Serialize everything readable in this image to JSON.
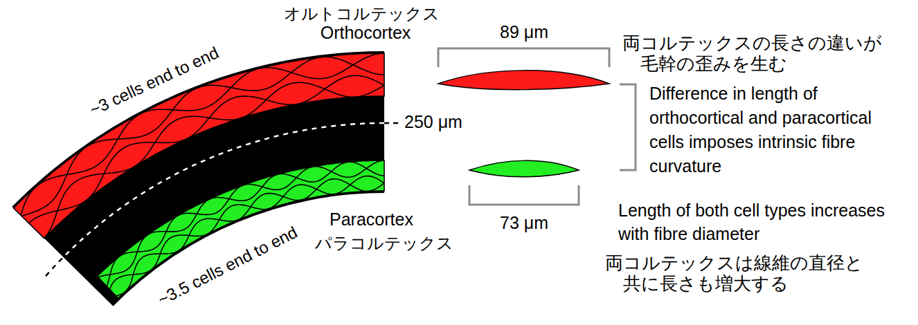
{
  "diagram": {
    "labels": [
      "オルトコルテックス",
      "Orthocortex",
      "89 μm",
      "両コルテックスの長さの違いが 毛幹の歪みを生む",
      "~3 cells end to end",
      "250 μm",
      "Difference in length of orthocortical and paracortical cells imposes intrinsic fibre curvature",
      "73 μm",
      "Paracortex",
      "パラコルテックス",
      "Length of both cell types increases with fibre diameter",
      "~3.5 cells end to end",
      "両コルテックスは線維の直径と 共に長さも増大する"
    ]
  }
}
